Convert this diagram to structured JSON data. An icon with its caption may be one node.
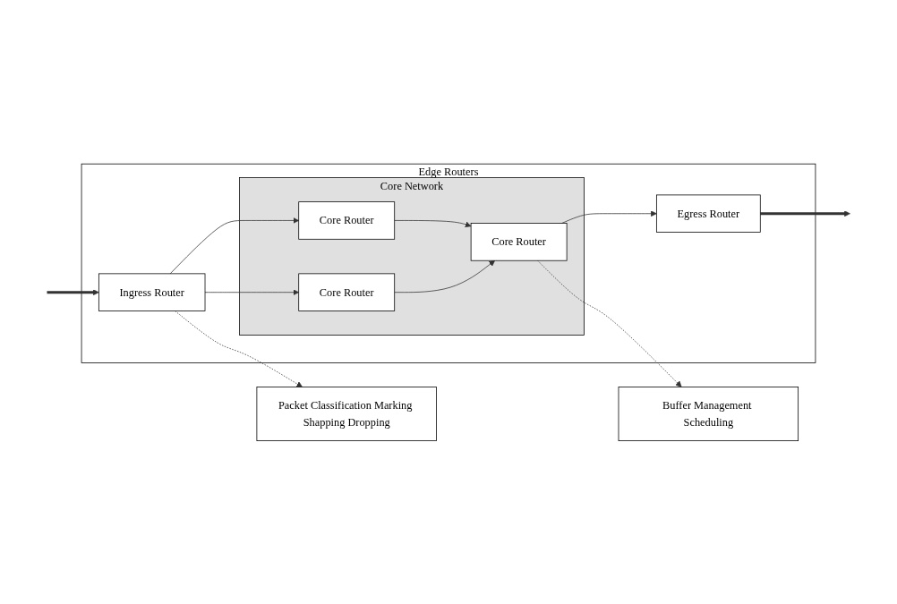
{
  "diagram": {
    "nodes": [
      {
        "text": [
          "Edge Routers"
        ]
      },
      {
        "text": [
          "Packet Classification Marking Shapping Dropping"
        ]
      },
      {
        "text": [
          "Ingress Router"
        ],
        "in": 0
      },
      {
        "text": [
          "Core Network"
        ],
        "in": 0
      },
      {
        "text": [
          "Core Router"
        ],
        "in": 3
      },
      {
        "text": [
          "Core Router"
        ],
        "in": 3
      },
      {
        "text": [
          "Core Router"
        ],
        "in": 3
      },
      {
        "text": [
          "Egress Router"
        ],
        "in": 0
      },
      {
        "text": [
          "Buffer Management Scheduling"
        ]
      }
    ],
    "edges": [
      {
        "from": null,
        "to": 2,
        "arrow": "to",
        "style": "thick"
      },
      {
        "from": 2,
        "to": 1,
        "arrow": "to",
        "style": "dashed"
      },
      {
        "from": 2,
        "to": 4,
        "arrow": "to"
      },
      {
        "from": 2,
        "to": 6,
        "arrow": "to"
      },
      {
        "from": 4,
        "to": 5,
        "arrow": "to"
      },
      {
        "from": 6,
        "to": 5,
        "arrow": "to"
      },
      {
        "from": 5,
        "to": 7,
        "arrow": "to"
      },
      {
        "from": 5,
        "to": 8,
        "arrow": "to",
        "style": "dashed"
      },
      {
        "from": 7,
        "to": null,
        "arrow": "to",
        "style": "thick"
      }
    ]
  }
}
